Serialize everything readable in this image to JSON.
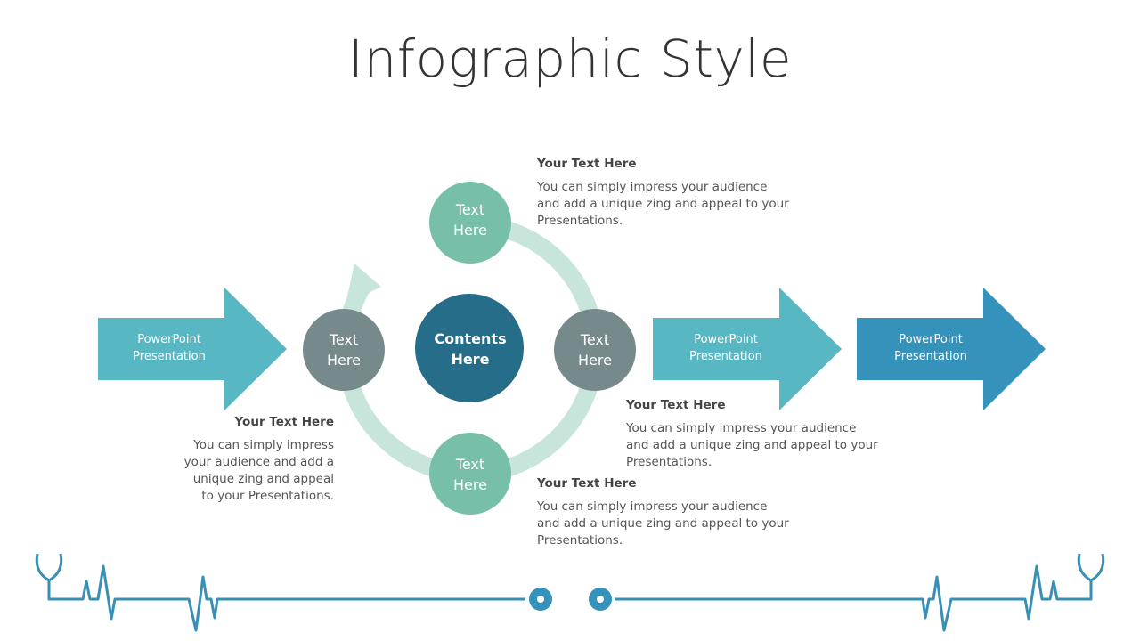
{
  "title": "Infographic Style",
  "center": {
    "line1": "Contents",
    "line2": "Here"
  },
  "nodes": [
    {
      "line1": "Text",
      "line2": "Here"
    },
    {
      "line1": "Text",
      "line2": "Here"
    },
    {
      "line1": "Text",
      "line2": "Here"
    },
    {
      "line1": "Text",
      "line2": "Here"
    }
  ],
  "arrows": [
    {
      "line1": "PowerPoint",
      "line2": "Presentation"
    },
    {
      "line1": "PowerPoint",
      "line2": "Presentation"
    },
    {
      "line1": "PowerPoint",
      "line2": "Presentation"
    }
  ],
  "text_blocks": [
    {
      "heading": "Your Text Here",
      "body": "You can simply impress your audience and add a unique zing and appeal to your Presentations."
    },
    {
      "heading": "Your Text Here",
      "body": "You can simply impress your audience and add a unique zing and appeal to your Presentations."
    },
    {
      "heading": "Your Text Here",
      "body": "You can simply impress your audience and add a unique zing and appeal to your Presentations."
    },
    {
      "heading": "Your Text Here",
      "body": "You can simply impress your audience and add a unique zing and appeal to your Presentations."
    }
  ],
  "colors": {
    "ring": "#c7e5da",
    "green": "#77bfa8",
    "gray": "#778a8b",
    "center": "#266d8a",
    "arrow_light": "#57b7c3",
    "arrow_dark": "#3592bb",
    "ecg": "#3a8fb5"
  }
}
